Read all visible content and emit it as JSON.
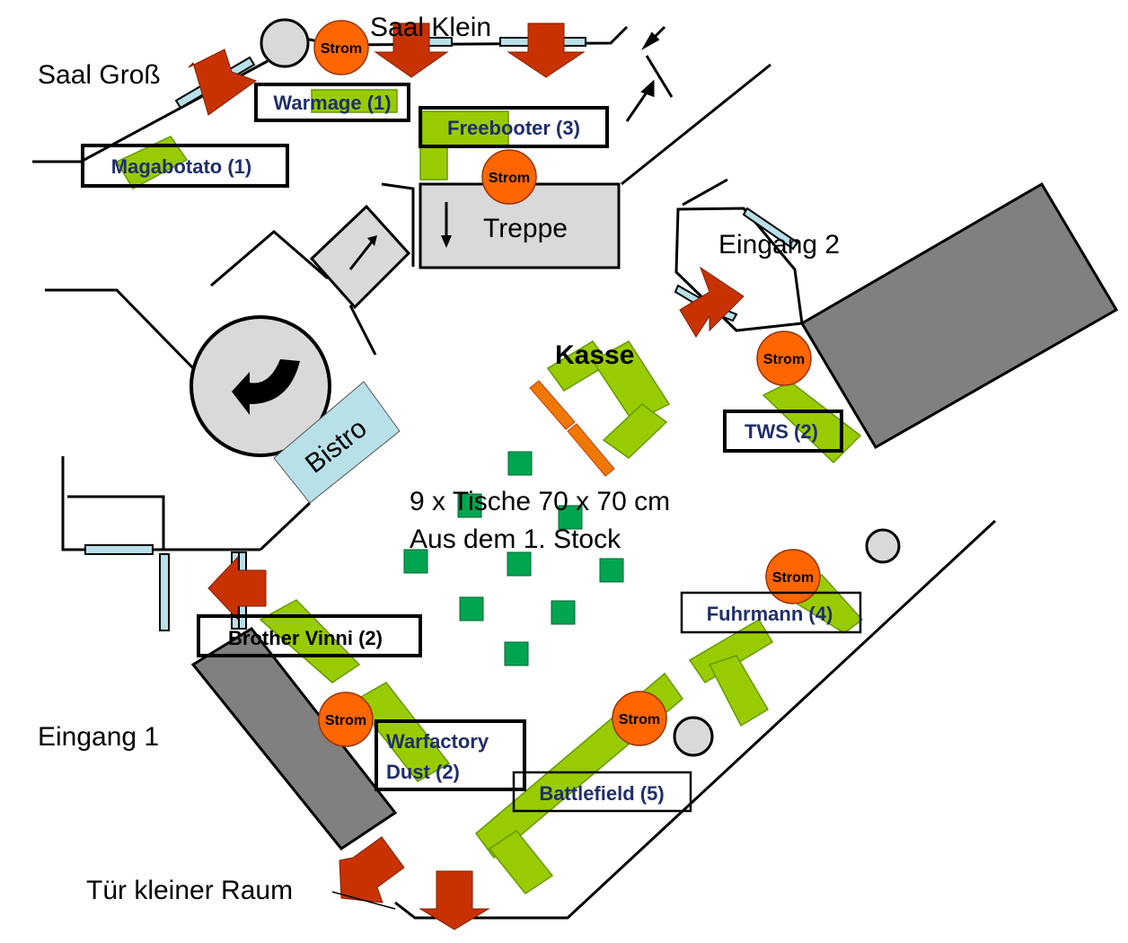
{
  "labels": {
    "saal_gross": "Saal Groß",
    "saal_klein": "Saal Klein",
    "treppe": "Treppe",
    "eingang_2": "Eingang 2",
    "eingang_1": "Eingang 1",
    "kasse": "Kasse",
    "bistro": "Bistro",
    "strom": "Strom",
    "tische_line1": "9 x Tische 70 x 70 cm",
    "tische_line2": "Aus dem 1. Stock",
    "tuer_kleiner_raum": "Tür kleiner Raum"
  },
  "exhibitors": [
    {
      "label": "Warmage (1)"
    },
    {
      "label": "Freebooter (3)"
    },
    {
      "label": "Magabotato (1)"
    },
    {
      "label": "TWS (2)"
    },
    {
      "label": "Fuhrmann (4)"
    },
    {
      "label": "Brother Vinni (2)"
    },
    {
      "line1": "Warfactory",
      "line2": "Dust (2)"
    },
    {
      "label": "Battlefield (5)"
    }
  ],
  "colors": {
    "exhibitor_table": "#99cc00",
    "small_table": "#00a550",
    "power": "#ff6600",
    "arrow": "#c83200",
    "door": "#b8e0e8",
    "storage": "#808080",
    "counter": "#f07800"
  }
}
